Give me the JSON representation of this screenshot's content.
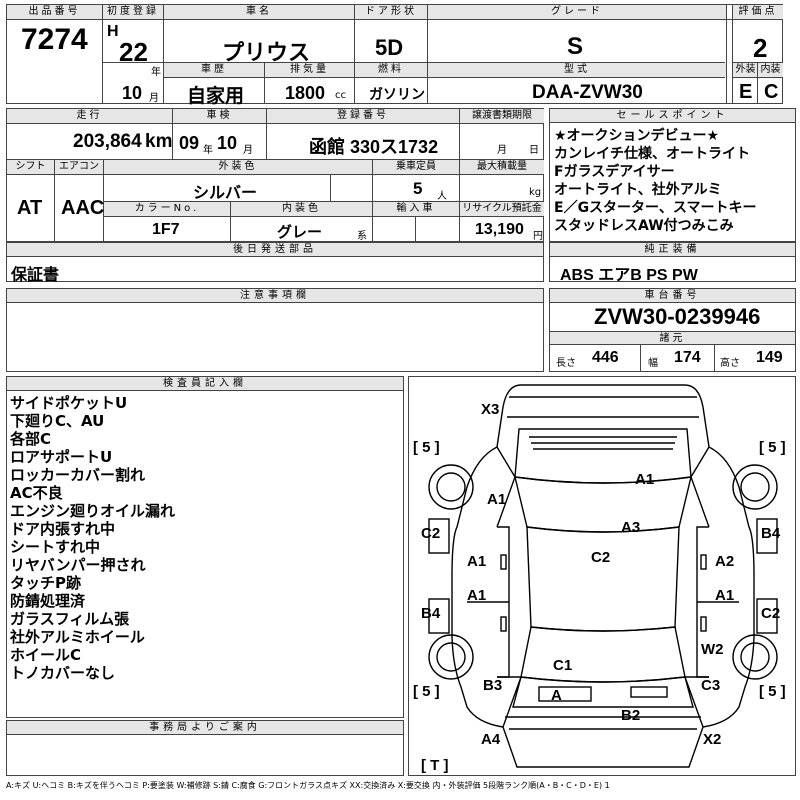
{
  "headers": {
    "lot_no": "出品番号",
    "first_reg": "初度登録",
    "car_name": "車名",
    "door": "ドア形状",
    "grade": "グレード",
    "score": "評価点",
    "history": "車歴",
    "displacement": "排気量",
    "fuel": "燃料",
    "model": "型式",
    "exterior": "外装",
    "interior": "内装",
    "mileage": "走行",
    "inspection": "車検",
    "reg_no": "登録番号",
    "transfer": "譲渡書類期限",
    "sales_points": "セールスポイント",
    "shift": "シフト",
    "aircon": "エアコン",
    "ext_color": "外装色",
    "capacity": "乗車定員",
    "max_load": "最大積載量",
    "color_no": "カラーNo.",
    "int_color": "内装色",
    "import": "輸入車",
    "recycle": "リサイクル預託金",
    "later_parts": "後日発送部品",
    "genuine": "純正装備",
    "notes": "注意事項欄",
    "chassis": "車台番号",
    "specs": "諸元",
    "inspector": "検査員記入欄",
    "office": "事務局よりご案内"
  },
  "vehicle": {
    "lot_no": "7274",
    "era": "H",
    "year": "22",
    "year_unit": "年",
    "car_name": "プリウス",
    "door": "5D",
    "grade": "S",
    "score": "2",
    "month": "10",
    "month_unit": "月",
    "history": "自家用",
    "displacement": "1800",
    "displacement_unit": "cc",
    "fuel": "ガソリン",
    "model": "DAA-ZVW30",
    "exterior": "E",
    "interior": "C",
    "mileage": "203,864",
    "mileage_unit": "km",
    "insp_year": "09",
    "insp_year_unit": "年",
    "insp_month": "10",
    "insp_month_unit": "月",
    "reg_no": "函館 330ス1732",
    "transfer_month": "月",
    "transfer_day": "日",
    "shift": "AT",
    "aircon": "AAC",
    "ext_color": "シルバー",
    "capacity": "5",
    "capacity_unit": "人",
    "load_unit": "kg",
    "color_no": "1F7",
    "int_color": "グレー",
    "int_color_unit": "系",
    "recycle": "13,190",
    "recycle_unit": "円",
    "later_parts": "保証書",
    "genuine": "ABS エアB PS PW",
    "chassis": "ZVW30-0239946",
    "length_label": "長さ",
    "length": "446",
    "width_label": "幅",
    "width": "174",
    "height_label": "高さ",
    "height": "149"
  },
  "sales_points": [
    "★オークションデビュー★",
    "カンレイチ仕様、オートライト",
    "Fガラスデアイサー",
    "オートライト、社外アルミ",
    "E／Gスターター、スマートキー",
    "スタッドレスAW付つみこみ"
  ],
  "inspector_notes": [
    "サイドポケットU",
    "下廻りC、AU",
    "各部C",
    "ロアサポートU",
    "ロッカーカバー割れ",
    "AC不良",
    "エンジン廻りオイル漏れ",
    "ドア内張すれ中",
    "シートすれ中",
    "リヤバンパー押され",
    "タッチP跡",
    "防錆処理済",
    "ガラスフィルム張",
    "社外アルミホイール",
    "ホイールC",
    "トノカバーなし"
  ],
  "diagram": {
    "tire_fl": "[ 5 ]",
    "tire_fr": "[ 5 ]",
    "tire_rl": "[ 5 ]",
    "tire_rr": "[ 5 ]",
    "tire_t": "[ T ]",
    "x3": "X3",
    "a1_hood": "A1",
    "a1_left_fender": "A1",
    "a3": "A3",
    "c2_roof": "C2",
    "c2_left": "C2",
    "b4_right": "B4",
    "a1_ld_front": "A1",
    "a2_rd_front": "A2",
    "a1_ld_rear": "A1",
    "a1_rd_rear": "A1",
    "b4_left": "B4",
    "c2_right": "C2",
    "w2": "W2",
    "c1": "C1",
    "b3": "B3",
    "c3": "C3",
    "a_bumper": "A",
    "b2": "B2",
    "a4": "A4",
    "x2": "X2"
  },
  "legend": "A:キズ U:ヘコミ B:キズを伴うヘコミ P:要塗装 W:補修跡 S:錆 C:腐食 G:フロントガラス点キズ XX:交換済み X:要交換 内・外装評価 5段階ランク順(A・B・C・D・E) 1"
}
